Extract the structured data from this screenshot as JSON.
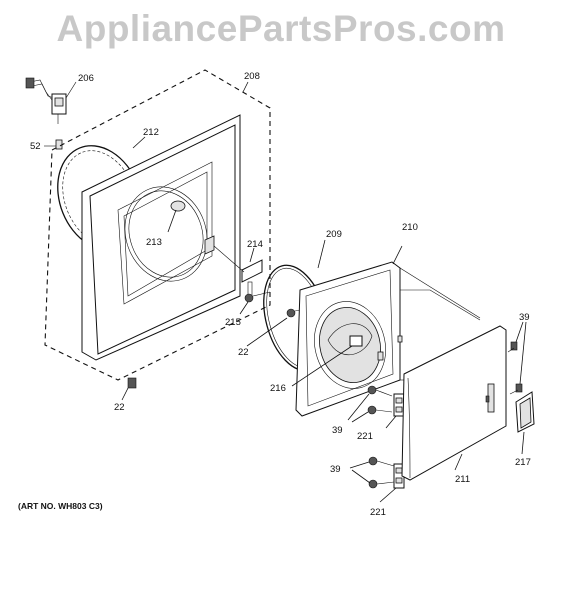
{
  "watermark": "AppliancePartsPros.com",
  "art_number": "(ART NO. WH803 C3)",
  "callouts": {
    "c206": "206",
    "c208": "208",
    "c52": "52",
    "c212": "212",
    "c213": "213",
    "c214": "214",
    "c209": "209",
    "c210": "210",
    "c215": "215",
    "c22a": "22",
    "c22b": "22",
    "c216": "216",
    "c39a": "39",
    "c39b": "39",
    "c39c": "39",
    "c221a": "221",
    "c221b": "221",
    "c217": "217",
    "c211": "211"
  }
}
